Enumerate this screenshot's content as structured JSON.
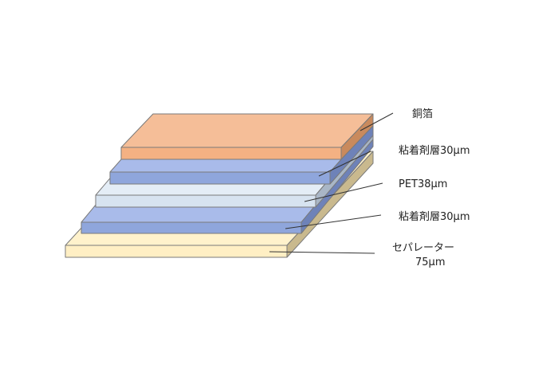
{
  "diagram": {
    "layers": [
      {
        "id": "copper-foil",
        "label": "銅箔",
        "sublabel": "",
        "colors": {
          "top": "#F5BE98",
          "front": "#F4B183",
          "side": "#C98A5D"
        }
      },
      {
        "id": "adhesive-upper",
        "label": "粘着剤層30μm",
        "sublabel": "",
        "colors": {
          "top": "#A9BBEA",
          "front": "#8FA6DC",
          "side": "#6E82B8"
        }
      },
      {
        "id": "pet",
        "label": "PET38μm",
        "sublabel": "",
        "colors": {
          "top": "#E4EDF6",
          "front": "#D7E3F0",
          "side": "#A9B6C6"
        }
      },
      {
        "id": "adhesive-lower",
        "label": "粘着剤層30μm",
        "sublabel": "",
        "colors": {
          "top": "#A9BBEA",
          "front": "#8FA6DC",
          "side": "#6E82B8"
        }
      },
      {
        "id": "separator",
        "label": "セパレーター",
        "sublabel": "75μm",
        "colors": {
          "top": "#FFF2CC",
          "front": "#FFEFC4",
          "side": "#C9B98E"
        }
      }
    ],
    "edge_color": "#7A7A7A",
    "leader_color": "#333333"
  }
}
